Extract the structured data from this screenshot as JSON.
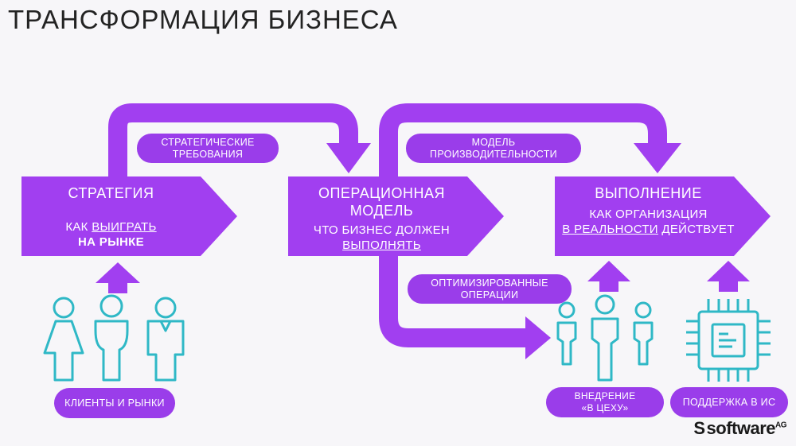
{
  "title": "ТРАНСФОРМАЦИЯ БИЗНЕСА",
  "colors": {
    "accent": "#a13ff0",
    "icon": "#2fb8c6",
    "pill": "#9a3dea",
    "background": "#f7f6f9"
  },
  "boxes": {
    "strategy": {
      "title": "СТРАТЕГИЯ",
      "line1_pre": "КАК ",
      "line1_u": "ВЫИГРАТЬ",
      "line2": "НА РЫНКЕ"
    },
    "operational": {
      "title1": "ОПЕРАЦИОННАЯ",
      "title2": "МОДЕЛЬ",
      "line1": "ЧТО БИЗНЕС ДОЛЖЕН",
      "line2_u": "ВЫПОЛНЯТЬ"
    },
    "execution": {
      "title": "ВЫПОЛНЕНИЕ",
      "line1": "КАК ОРГАНИЗАЦИЯ",
      "line2_u": "В РЕАЛЬНОСТИ",
      "line2_post": " ДЕЙСТВУЕТ"
    }
  },
  "flows": {
    "strategic_requirements": {
      "line1": "СТРАТЕГИЧЕСКИЕ",
      "line2": "ТРЕБОВАНИЯ"
    },
    "performance_model": {
      "line1": "МОДЕЛЬ",
      "line2": "ПРОИЗВОДИТЕЛЬНОСТИ"
    },
    "optimized_operations": {
      "line1": "ОПТИМИЗИРОВАННЫЕ",
      "line2": "ОПЕРАЦИИ"
    }
  },
  "labels": {
    "clients": "КЛИЕНТЫ И РЫНКИ",
    "shop_floor_1": "ВНЕДРЕНИЕ",
    "shop_floor_2": "«В ЦЕХУ»",
    "it_support": "ПОДДЕРЖКА В ИС"
  },
  "logo": {
    "prefix": "S",
    "name": "software",
    "suffix": "AG"
  }
}
